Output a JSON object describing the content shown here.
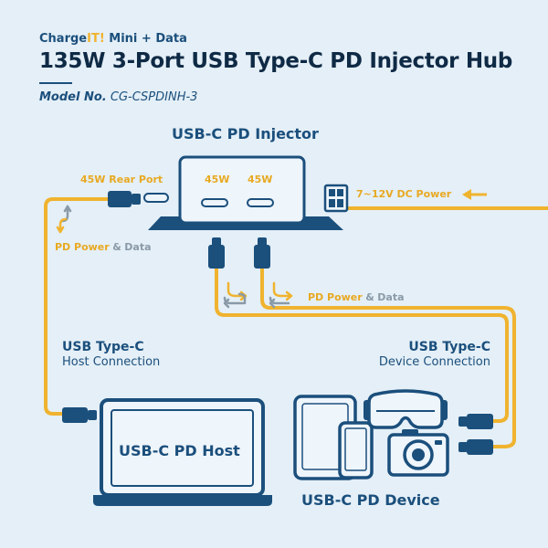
{
  "brand": {
    "prefix": "Charge",
    "accent": "IT!",
    "suffix": " Mini + Data"
  },
  "title": "135W 3-Port USB Type-C PD Injector Hub",
  "model": {
    "label": "Model No.",
    "value": "CG-CSPDINH-3"
  },
  "injector": {
    "title": "USB-C PD Injector",
    "port_a": "45W",
    "port_b": "45W",
    "rear_port": "45W Rear Port"
  },
  "dc_input": "7~12V DC Power",
  "flow_label": {
    "power": "PD Power",
    "conj": "&",
    "data": "Data"
  },
  "host": {
    "heading": "USB Type-C",
    "sub": "Host Connection",
    "device_label": "USB-C PD Host"
  },
  "device": {
    "heading": "USB Type-C",
    "sub": "Device Connection",
    "device_label": "USB-C PD Device"
  },
  "colors": {
    "navy": "#1b4f7c",
    "dark": "#0f2a45",
    "cable": "#f0b32f",
    "background": "#e4eff7",
    "arrow_gray": "#8a9aa8"
  }
}
